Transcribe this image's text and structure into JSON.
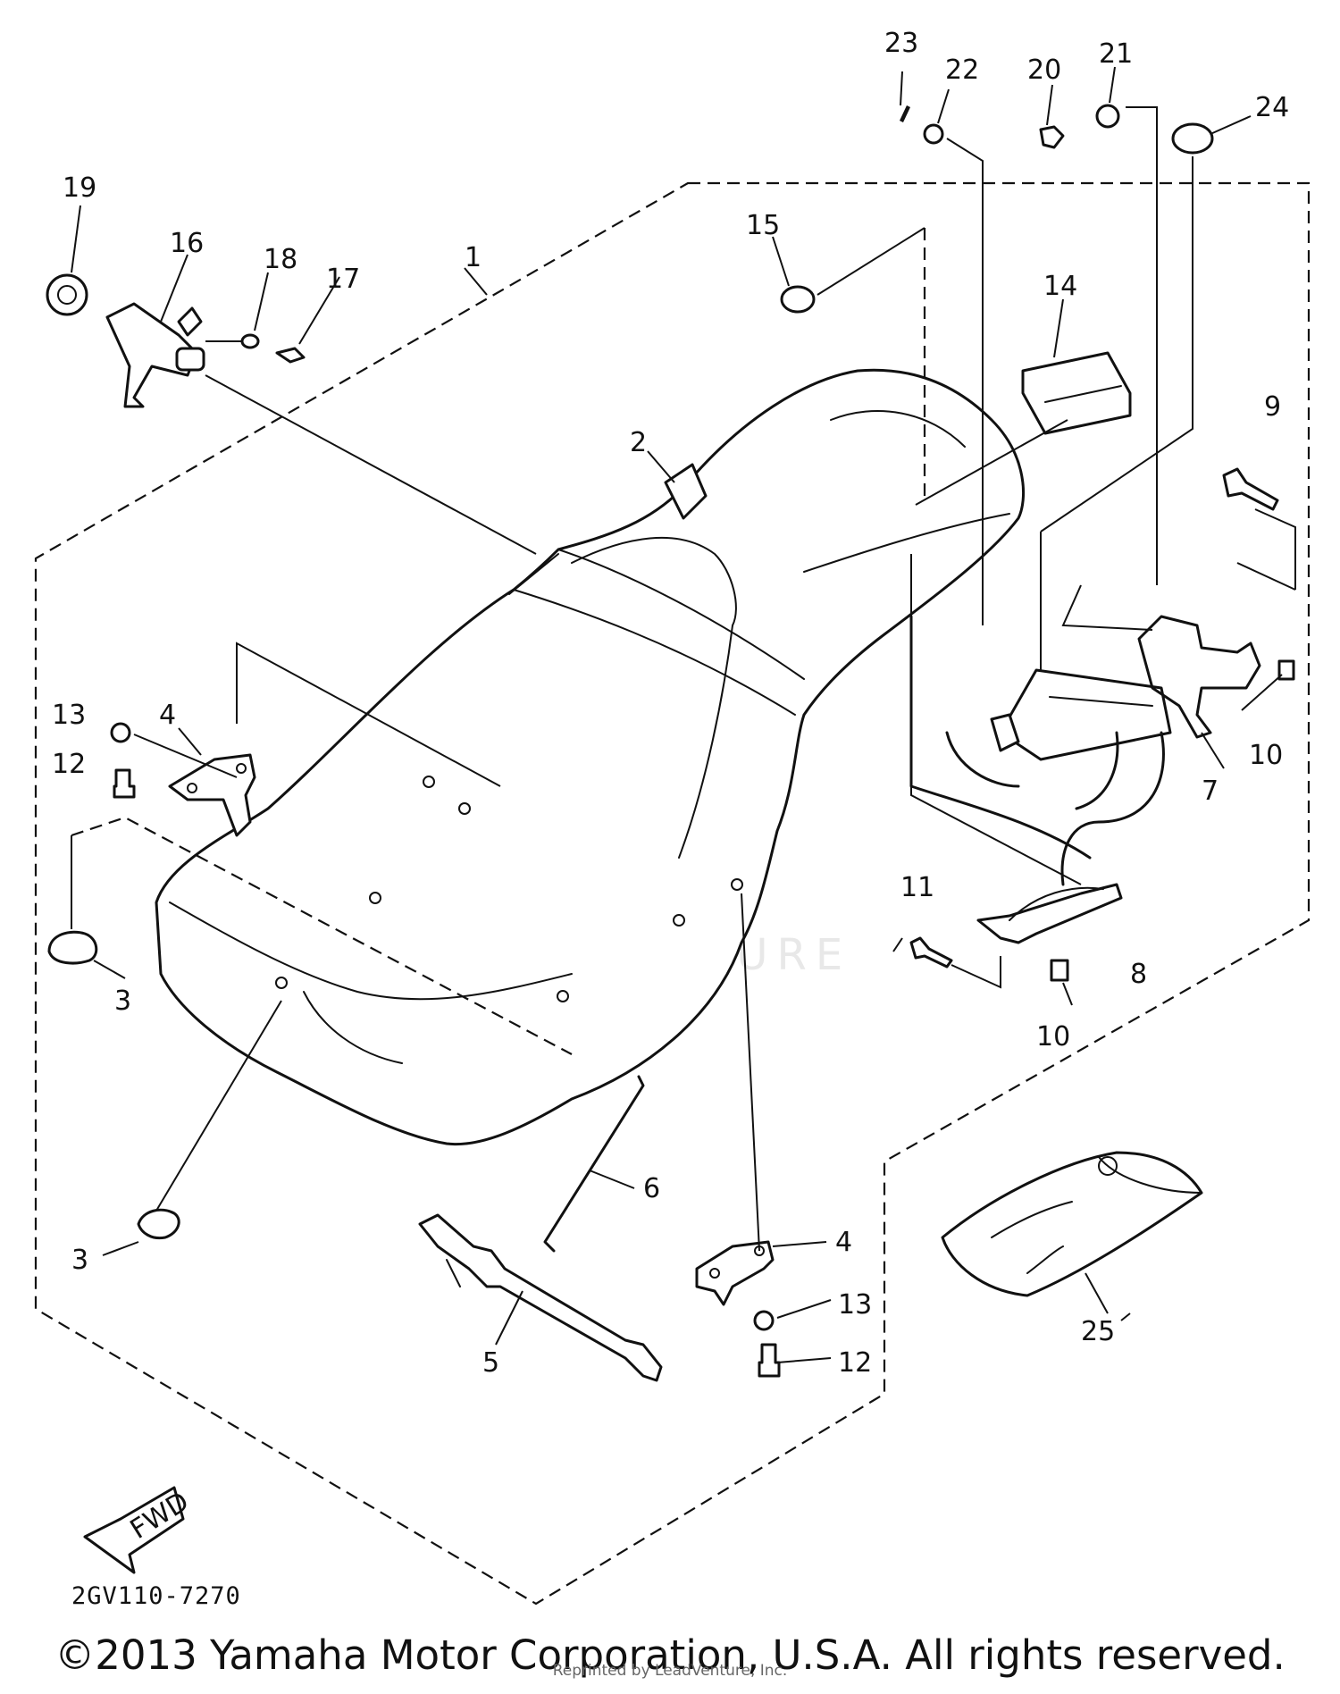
{
  "diagram": {
    "callouts": [
      {
        "id": "callout-1",
        "text": "1"
      },
      {
        "id": "callout-2",
        "text": "2"
      },
      {
        "id": "callout-3a",
        "text": "3"
      },
      {
        "id": "callout-3b",
        "text": "3"
      },
      {
        "id": "callout-4a",
        "text": "4"
      },
      {
        "id": "callout-4b",
        "text": "4"
      },
      {
        "id": "callout-5",
        "text": "5"
      },
      {
        "id": "callout-6",
        "text": "6"
      },
      {
        "id": "callout-7",
        "text": "7"
      },
      {
        "id": "callout-8",
        "text": "8"
      },
      {
        "id": "callout-9",
        "text": "9"
      },
      {
        "id": "callout-10a",
        "text": "10"
      },
      {
        "id": "callout-10b",
        "text": "10"
      },
      {
        "id": "callout-11",
        "text": "11"
      },
      {
        "id": "callout-12a",
        "text": "12"
      },
      {
        "id": "callout-12b",
        "text": "12"
      },
      {
        "id": "callout-13a",
        "text": "13"
      },
      {
        "id": "callout-13b",
        "text": "13"
      },
      {
        "id": "callout-14",
        "text": "14"
      },
      {
        "id": "callout-15",
        "text": "15"
      },
      {
        "id": "callout-16",
        "text": "16"
      },
      {
        "id": "callout-17",
        "text": "17"
      },
      {
        "id": "callout-18",
        "text": "18"
      },
      {
        "id": "callout-19",
        "text": "19"
      },
      {
        "id": "callout-20",
        "text": "20"
      },
      {
        "id": "callout-21",
        "text": "21"
      },
      {
        "id": "callout-22",
        "text": "22"
      },
      {
        "id": "callout-23",
        "text": "23"
      },
      {
        "id": "callout-24",
        "text": "24"
      },
      {
        "id": "callout-25",
        "text": "25"
      }
    ],
    "fwd_label": "FWD",
    "diagram_code": "2GV110-7270",
    "watermark": "LEADVENTURE"
  },
  "footer": {
    "copyright": "©2013 Yamaha Motor Corporation, U.S.A. All rights reserved.",
    "reprint": "Reprinted by LeadVenture, Inc."
  }
}
